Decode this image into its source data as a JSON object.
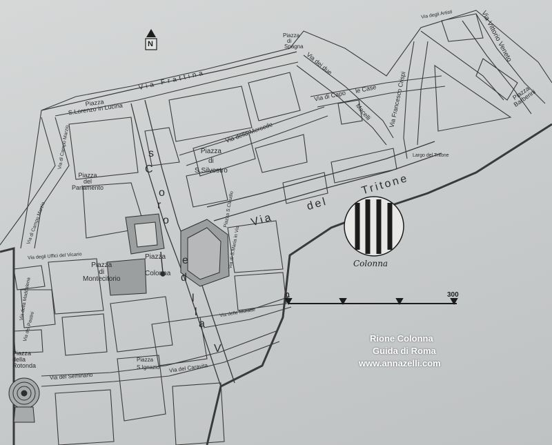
{
  "north_label": "N",
  "labels": {
    "piazza_di_spagna": [
      "Piazza",
      "di",
      "Spagna"
    ],
    "via_frattina": "Via  Frattina",
    "via_due_macelli": "Via  dei  due",
    "macelli": "Macelli",
    "via_capo_le_case": "Via di Capo",
    "le_case": "le Case",
    "via_francesco_crispi": "Via  Francesco  Crispi",
    "via_vittorio_veneto": "Via  Vittorio  Veneto",
    "via_degli_artisti": "Via degli Artisti",
    "piazza_barberini": [
      "Piazza",
      "Barberini"
    ],
    "piazza_lorenzo": [
      "Piazza",
      "S.Lorenzo in Lucina"
    ],
    "via_campo_marzio_1": "Via di Campo Marzio",
    "via_campo_marzio_2": "Via di Campo Marzio",
    "piazza_parlamento": [
      "Piazza",
      "del",
      "Parlamento"
    ],
    "corso_c": "C",
    "corso_o": "o",
    "corso_r": "r",
    "corso_s": "s",
    "corso_o2": "o",
    "piazza_silvestro": [
      "Piazza",
      "di",
      "S.Silvestro"
    ],
    "via_mercede": "Via della Mercede",
    "largo_tritone": "Largo del Tritone",
    "via_tritone": [
      "Via",
      "del",
      "Tritone"
    ],
    "piazza_colonna": [
      "Piazza",
      "Colonna"
    ],
    "piazza_montecitorio": [
      "Piazza",
      "di",
      "Montecitorio"
    ],
    "piazza_s_claudio": "Piazza S.Claudio",
    "via_s_maria_via": "Via di S.Maria in Via",
    "via_muratte": "Via delle Muratte",
    "piazza_ignazio": [
      "Piazza",
      "S.Ignazio"
    ],
    "via_seminario": "Via del Seminario",
    "via_caravita": "Via del Caravita",
    "piazza_rotonda": [
      "Piazza",
      "della",
      "Rotonda"
    ],
    "via_maddalena": "Via della Maddalena",
    "via_pastini": "Via dei Pastini",
    "via_uffici_vicario": "Via degli Uffici del Vicario",
    "corso_d": "d",
    "corso_e": "e",
    "corso_l": "l",
    "corso_l2": "l",
    "corso_a": "a",
    "corso_v": "V"
  },
  "emblem_label": "Colonna",
  "scale": {
    "start": "0",
    "end": "300"
  },
  "credits": [
    "Rione Colonna",
    "Guida di Roma",
    "www.annazelli.com"
  ]
}
